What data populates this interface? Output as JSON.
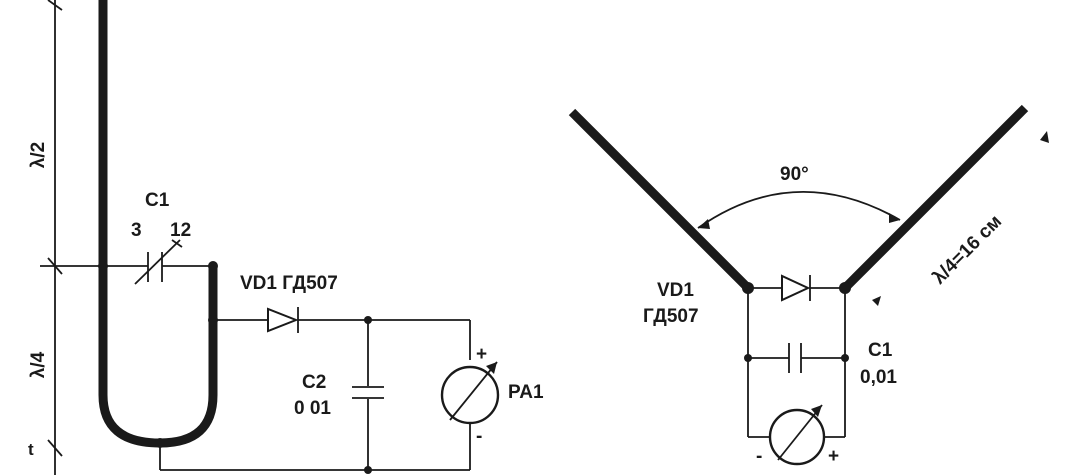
{
  "left_circuit": {
    "dim_upper": "λ/2",
    "dim_lower": "λ/4",
    "c1": {
      "name": "C1",
      "range_min": "3",
      "range_max": "12"
    },
    "vd1": {
      "label": "VD1 ГД507"
    },
    "c2": {
      "name": "C2",
      "value": "0 01"
    },
    "meter": {
      "name": "PA1",
      "plus": "+",
      "minus": "-"
    }
  },
  "right_antenna": {
    "angle": "90°",
    "arm_length": "λ/4=16 см",
    "vd1": {
      "name": "VD1",
      "type": "ГД507"
    },
    "c1": {
      "name": "C1",
      "value": "0,01"
    },
    "meter": {
      "plus": "+",
      "minus": "-"
    }
  }
}
